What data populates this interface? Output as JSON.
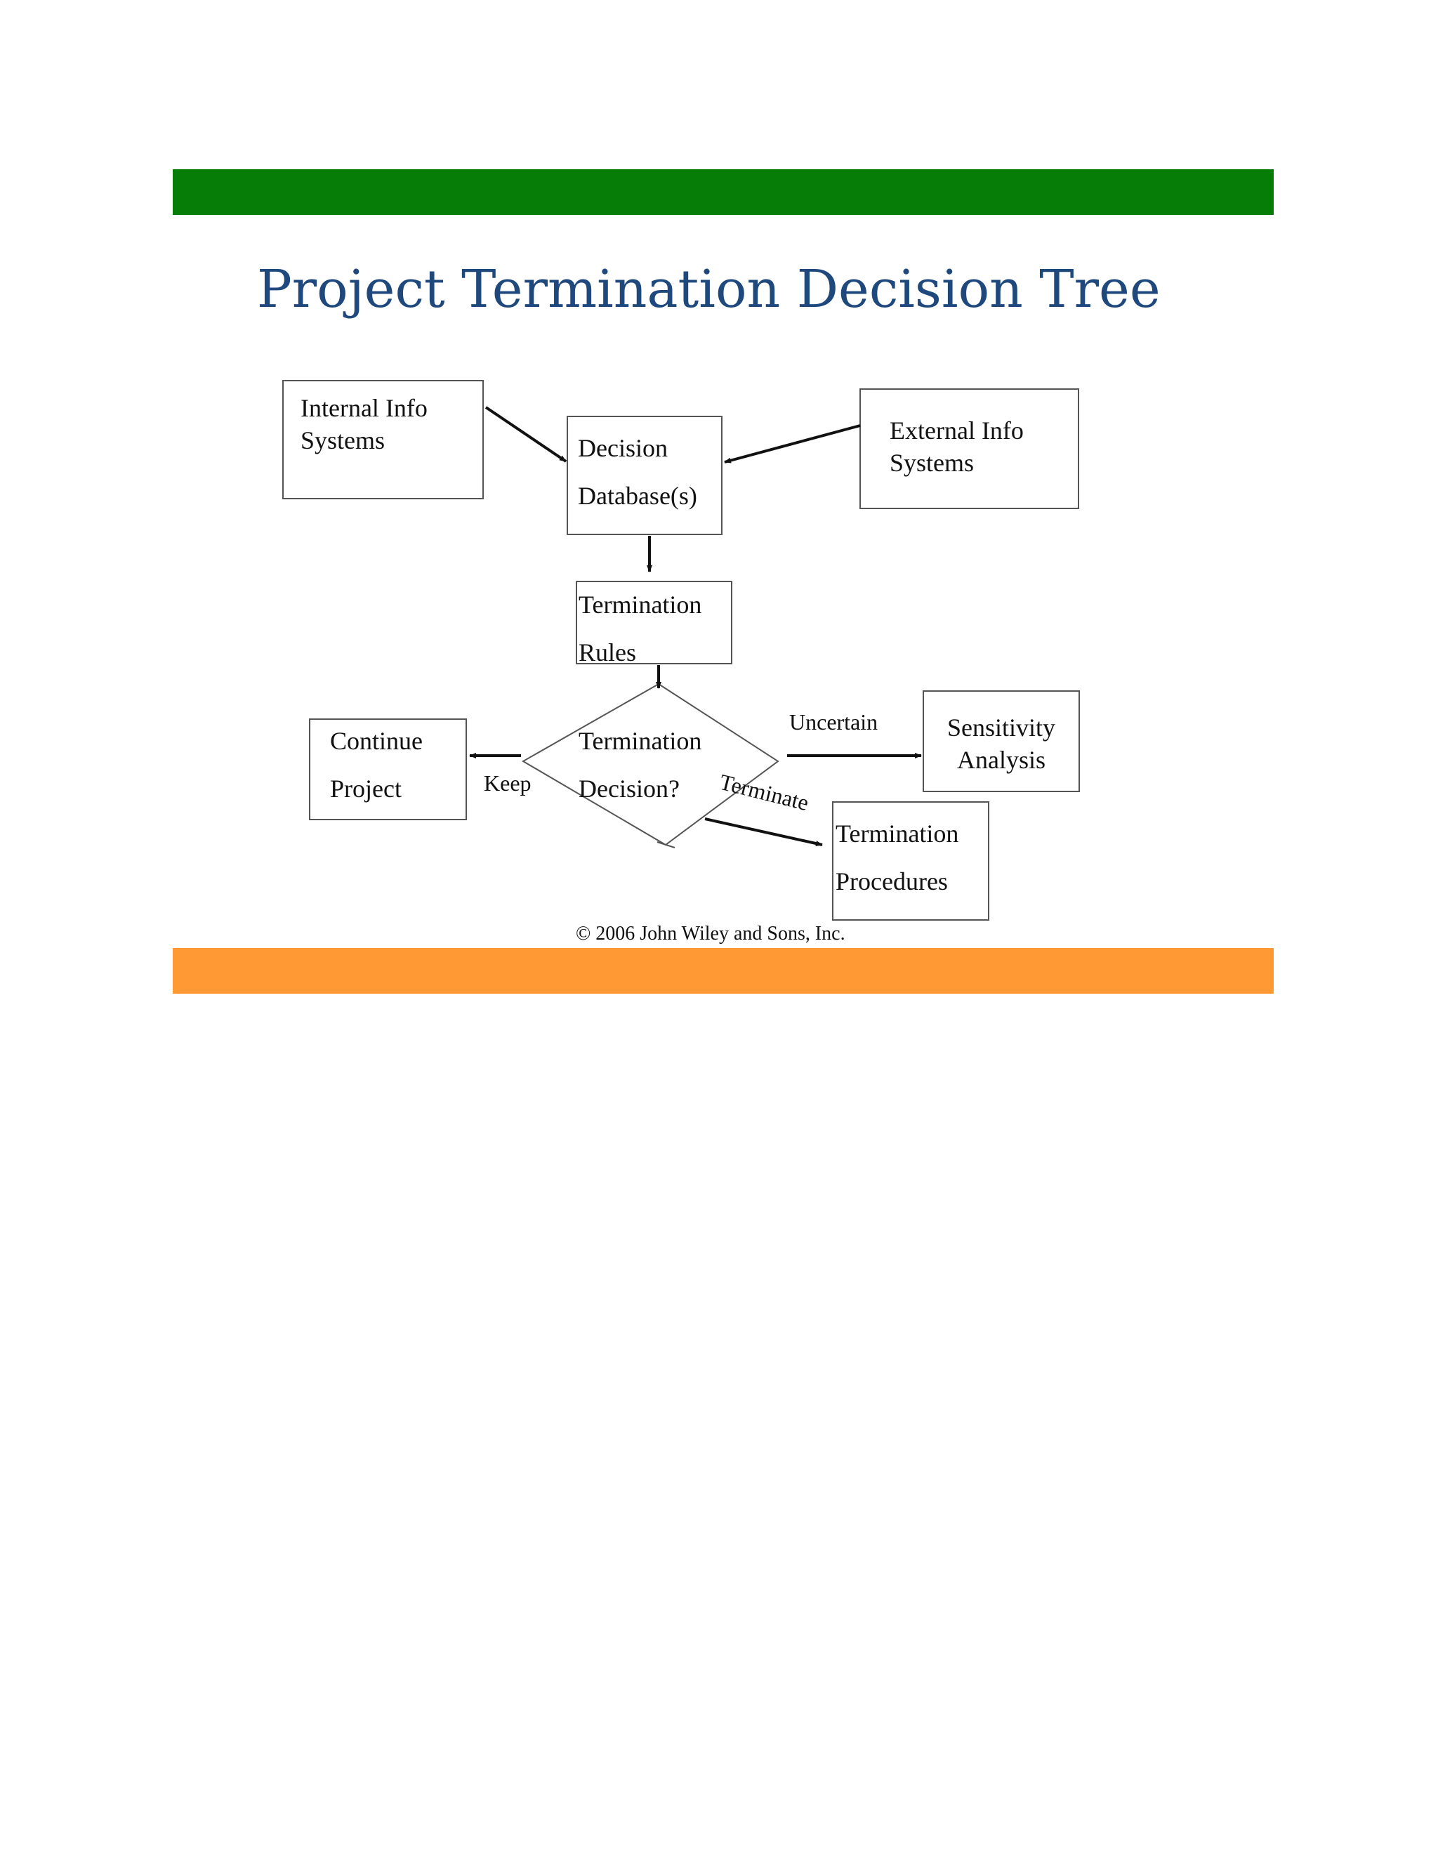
{
  "title": "Project Termination Decision Tree",
  "colors": {
    "top_bar": "#067d06",
    "bottom_bar": "#ff9933",
    "title": "#1f497d"
  },
  "nodes": {
    "internal": {
      "line1": "Internal Info",
      "line2": "Systems"
    },
    "external": {
      "line1": "External Info",
      "line2": "Systems"
    },
    "database": {
      "line1": "Decision",
      "line2": "Database(s)"
    },
    "rules": {
      "line1": "Termination",
      "line2": "Rules"
    },
    "decision": {
      "line1": "Termination",
      "line2": "Decision?"
    },
    "continue": {
      "line1": "Continue",
      "line2": "Project"
    },
    "sensitivity": {
      "line1": "Sensitivity",
      "line2": "Analysis"
    },
    "procedures": {
      "line1": "Termination",
      "line2": "Procedures"
    }
  },
  "edges": {
    "keep": "Keep",
    "uncertain": "Uncertain",
    "terminate": "Terminate"
  },
  "copyright": "© 2006 John Wiley and Sons, Inc."
}
